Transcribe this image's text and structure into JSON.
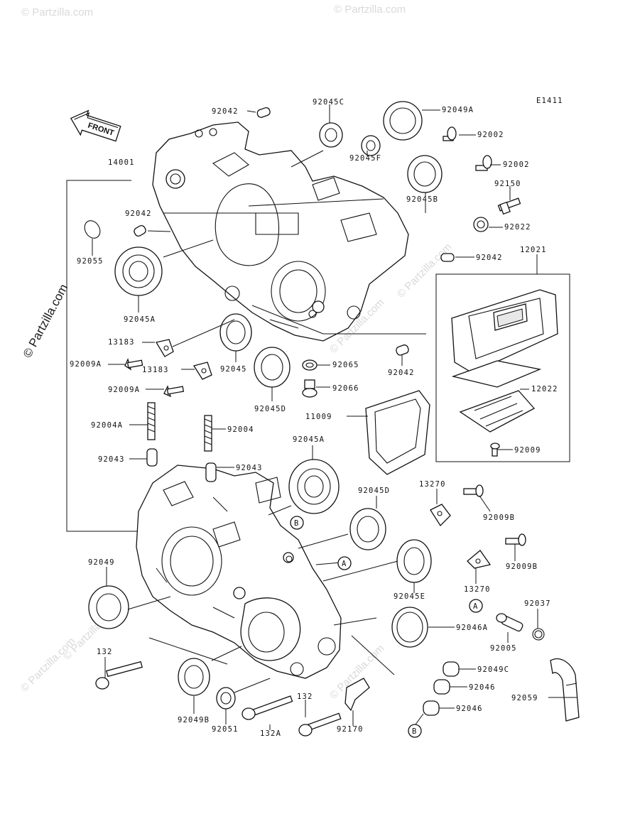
{
  "diagram_code": "E1411",
  "front_label": "FRONT",
  "copyright_watermark": "© Partzilla.com",
  "ref_markers": {
    "a": "A",
    "b": "B"
  },
  "callouts": [
    {
      "id": "c92042-top",
      "text": "92042"
    },
    {
      "id": "c92045C",
      "text": "92045C"
    },
    {
      "id": "c92049A",
      "text": "92049A"
    },
    {
      "id": "c92002-1",
      "text": "92002"
    },
    {
      "id": "c92002-2",
      "text": "92002"
    },
    {
      "id": "c14001",
      "text": "14001"
    },
    {
      "id": "c92045F",
      "text": "92045F"
    },
    {
      "id": "c92150",
      "text": "92150"
    },
    {
      "id": "c92042-left",
      "text": "92042"
    },
    {
      "id": "c92045B",
      "text": "92045B"
    },
    {
      "id": "c92022",
      "text": "92022"
    },
    {
      "id": "c92055",
      "text": "92055"
    },
    {
      "id": "c92042-right",
      "text": "92042"
    },
    {
      "id": "c12021",
      "text": "12021"
    },
    {
      "id": "c92045A-top",
      "text": "92045A"
    },
    {
      "id": "c13183-1",
      "text": "13183"
    },
    {
      "id": "c92009A-1",
      "text": "92009A"
    },
    {
      "id": "c13183-2",
      "text": "13183"
    },
    {
      "id": "c92045",
      "text": "92045"
    },
    {
      "id": "c92065",
      "text": "92065"
    },
    {
      "id": "c92042-mid",
      "text": "92042"
    },
    {
      "id": "c92009A-2",
      "text": "92009A"
    },
    {
      "id": "c92066",
      "text": "92066"
    },
    {
      "id": "c12022",
      "text": "12022"
    },
    {
      "id": "c92045D-top",
      "text": "92045D"
    },
    {
      "id": "c11009",
      "text": "11009"
    },
    {
      "id": "c92004A",
      "text": "92004A"
    },
    {
      "id": "c92004",
      "text": "92004"
    },
    {
      "id": "c92045A-mid",
      "text": "92045A"
    },
    {
      "id": "c92009",
      "text": "92009"
    },
    {
      "id": "c92043-1",
      "text": "92043"
    },
    {
      "id": "c92043-2",
      "text": "92043"
    },
    {
      "id": "c13270-1",
      "text": "13270"
    },
    {
      "id": "c92045D-mid",
      "text": "92045D"
    },
    {
      "id": "c92009B-1",
      "text": "92009B"
    },
    {
      "id": "c92049",
      "text": "92049"
    },
    {
      "id": "c92009B-2",
      "text": "92009B"
    },
    {
      "id": "c13270-2",
      "text": "13270"
    },
    {
      "id": "c92045E",
      "text": "92045E"
    },
    {
      "id": "c92037",
      "text": "92037"
    },
    {
      "id": "c92046A",
      "text": "92046A"
    },
    {
      "id": "c132-left",
      "text": "132"
    },
    {
      "id": "c92005",
      "text": "92005"
    },
    {
      "id": "c92049C",
      "text": "92049C"
    },
    {
      "id": "c92046-1",
      "text": "92046"
    },
    {
      "id": "c92059",
      "text": "92059"
    },
    {
      "id": "c92046-2",
      "text": "92046"
    },
    {
      "id": "c92049B",
      "text": "92049B"
    },
    {
      "id": "c132",
      "text": "132"
    },
    {
      "id": "c92051",
      "text": "92051"
    },
    {
      "id": "c132A",
      "text": "132A"
    },
    {
      "id": "c92170",
      "text": "92170"
    }
  ]
}
